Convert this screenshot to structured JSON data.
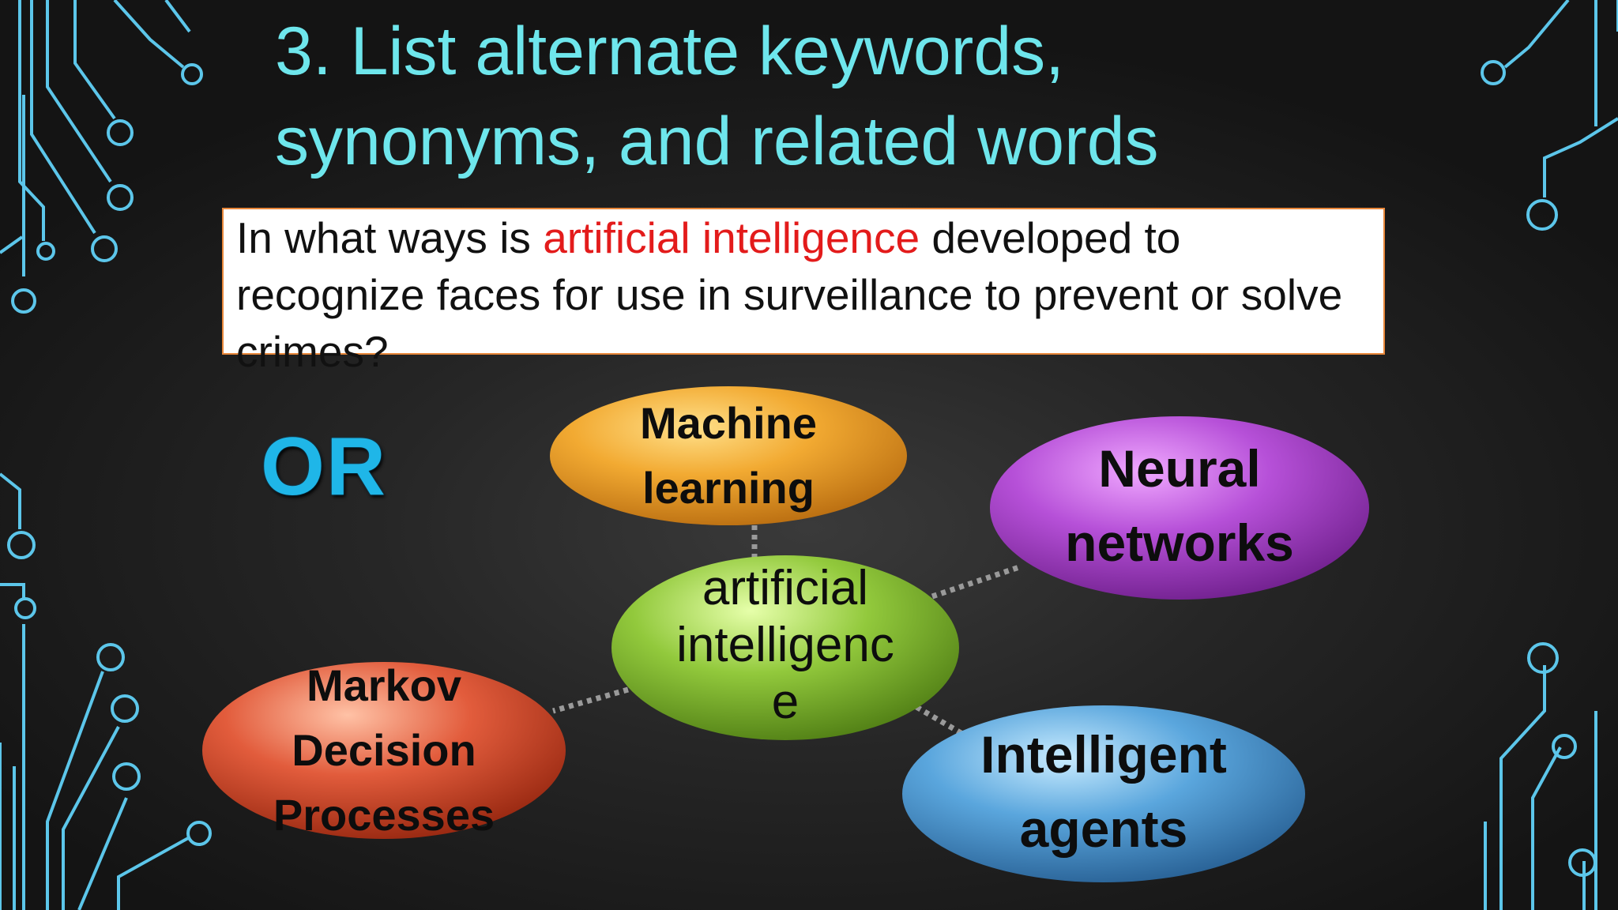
{
  "slide": {
    "title_line1": "3. List alternate keywords,",
    "title_line2": "synonyms, and related words",
    "question_part1": "In what ways is ",
    "question_highlight": "artificial intelligence",
    "question_line1_end": " developed to",
    "question_line2": "recognize faces for use in surveillance to prevent or solve",
    "question_line3": "crimes?",
    "or_label": "OR"
  },
  "mindmap": {
    "center": {
      "line1": "artificial",
      "line2": "intelligenc",
      "line3": "e",
      "color": "#8dc63f"
    },
    "nodes": [
      {
        "line1": "Machine",
        "line2": "learning",
        "line3": "",
        "color": "#f0a830"
      },
      {
        "line1": "Neural",
        "line2": "networks",
        "line3": "",
        "color": "#b04fd0"
      },
      {
        "line1": "Intelligent",
        "line2": "agents",
        "line3": "",
        "color": "#4e9bd8"
      },
      {
        "line1": "Markov",
        "line2": "Decision",
        "line3": "Processes",
        "color": "#e0563a"
      }
    ]
  },
  "colors": {
    "title": "#6ee6ec",
    "highlight": "#e31b1b",
    "box_border": "#e8873a",
    "or": "#1fb6e8",
    "circuit": "#5cc6ea"
  }
}
